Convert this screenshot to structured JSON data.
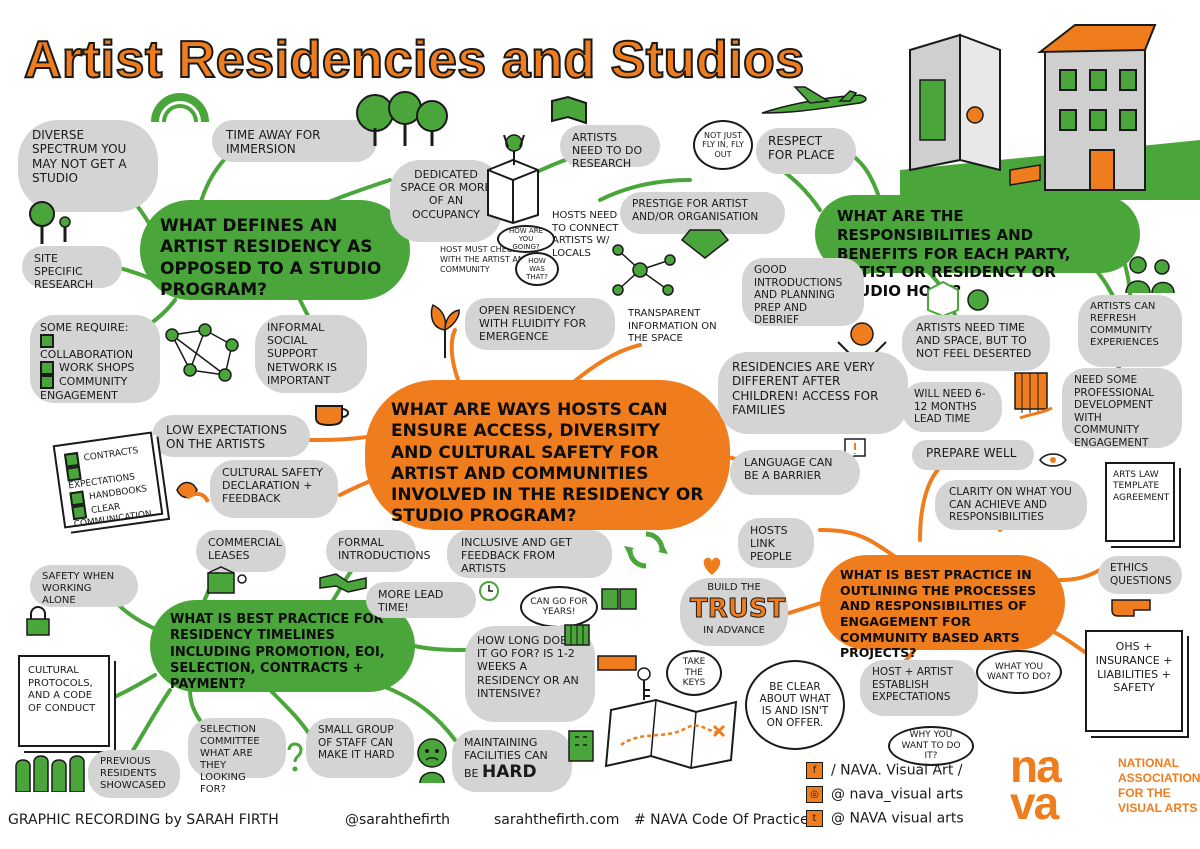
{
  "title": "Artist Residencies and Studios",
  "hubs": {
    "define": "WHAT defines an ARTIST RESIDENCY as opposed to a STUDIO PROGRAM?",
    "responsibilities": "WHAT are the RESPONSIBILITIES and BENEFITS for EACH PARTY, ARTIST or RESIDENCY or Studio HOST?",
    "access": "WHAT are WAYS hosts CAN ensure ACCESS, DIVERSITY and CULTURAL SAFETY for ARTIST and COMMUNITIES involved in the RESIDENCY or STUDIO PROGRAM?",
    "timelines": "WHAT is BEST PRACTICE for RESIDENCY TIMELINES including PROMOTION, EOI, SELECTION, CONTRACTS + PAYMENT?",
    "outlining": "WHAT IS BEST PRACTICE in OUTLINING the PROCESSES and RESPONSIBILITIES of ENGAGEMENT for COMMUNITY BASED ARTS PROJECTS?"
  },
  "notes": {
    "diverse": "DIVERSE spectrum you may not get a studio",
    "time_away": "TIME AWAY for IMMERSION",
    "dedicated": "DEDICATED SPACE or more of an OCCUPANCY",
    "site_specific": "SITE SPECIFIC RESEARCH",
    "some_require_title": "SOME REQUIRE:",
    "some_require_items": [
      "COLLABORATION",
      "WORK SHOPS",
      "COMMUNITY engagement"
    ],
    "informal": "INFORMAL social support network is IMPORTANT",
    "host_check": "HOST must check in with the ARTIST and COMMUNITY",
    "bubble_going": "HOW are you GOING?",
    "bubble_how": "HOW WAS THAT?",
    "open_residency": "OPEN RESIDENCY with fluidity FOR EMERGENCE",
    "transparent": "TRANSPARENT information on THE SPACE",
    "low_expectations": "LOW EXPECTATIONS on the ARTISTS",
    "cultural_safety": "CULTURAL safety DECLARATION + feedback",
    "artists_research": "ARTISTS need to do RESEARCH",
    "not_just_fly": "NOT just fly in, fly out",
    "respect_place": "RESPECT for PLACE",
    "prestige": "PRESTIGE for ARTIST and/or ORGANISATION",
    "hosts_connect": "HOSTS need to CONNECT ARTISTS w/ LOCALS",
    "good_intros": "GOOD introductions and PLANNING PREP and DEBRIEF",
    "artists_time": "ARTISTS need TIME and SPACE, but to NOT feel DESERTED",
    "artists_refresh": "ARTISTS can REFRESH community EXPERIENCES",
    "residencies_children": "RESIDENCIES are VERY different AFTER CHILDREN! ACCESS for FAMILIES",
    "lead_time": "WILL NEED 6-12 MONTHS LEAD TIME",
    "prof_dev": "NEED SOME PROFESSIONAL DEVELOPMENT with COMMUNITY engagement",
    "prepare_well": "PREPARE well",
    "language": "LANGUAGE can BE A BARRIER",
    "clarity": "CLARITY on what YOU CAN ACHIEVE and RESPONSIBILITIES",
    "arts_law": "ARTS LAW TEMPLATE agreement",
    "hosts_link": "HOSTS LINK people",
    "inclusive": "INCLUSIVE and GET feedback from ARTISTS",
    "ethics": "ETHICS QUESTIONS",
    "build_the": "BUILD the",
    "trust": "TRUST",
    "in_advance": "in ADVANCE",
    "contracts_doc": [
      "CONTRACTS",
      "expectations",
      "HANDBOOKS",
      "CLEAR communication"
    ],
    "commercial": "COMMERCIAL LEASES",
    "formal": "FORMAL introductions",
    "safety_alone": "SAFETY when WORKING alone",
    "more_lead": "MORE LEAD TIME!",
    "can_go": "CAN GO for YEARS!",
    "how_long": "HOW LONG does it GO for? IS 1-2 WEEKS a RESIDENCY or an INTENSIVE?",
    "take_keys": "TAKE the KEYS",
    "be_clear": "BE CLEAR about WHAT IS and ISN'T on offer.",
    "host_artist": "HOST + ARTIST ESTABLISH expectations",
    "what_want": "WHAT you WANT to do?",
    "why_want": "WHY you WANT to do it?",
    "ohs": "OHS + INSURANCE + LIABILITIES + SAFETY",
    "cultural_protocols": "CULTURAL PROTOCOLS, and a CODE of CONDUCT",
    "selection": "SELECTION COMMITTEE what are they looking for?",
    "small_group": "SMALL GROUP of STAFF can MAKE IT HARD",
    "maintaining": "MAINTAINING FACILITIES can BE",
    "hard": "HARD",
    "previous": "PREVIOUS RESIDENTS SHOWCASED"
  },
  "footer": {
    "credit": "GRAPHIC RECORDING by SARAH FIRTH",
    "handle": "@sarahthefirth",
    "site": "sarahthefirth.com",
    "hashtag": "# NAVA Code Of Practice"
  },
  "social": [
    {
      "icon": "f",
      "text": "/ NAVA. Visual Art /"
    },
    {
      "icon": "◎",
      "text": "@ nava_visual arts"
    },
    {
      "icon": "t",
      "text": "@ NAVA visual arts"
    }
  ],
  "logo": {
    "mark": "na va",
    "name": [
      "NATIONAL",
      "ASSOCIATION",
      "FOR THE",
      "VISUAL ARTS"
    ]
  },
  "colors": {
    "green": "#4aa63a",
    "orange": "#f07d1d",
    "gray": "#d4d4d4",
    "ink": "#1a1a1a"
  }
}
